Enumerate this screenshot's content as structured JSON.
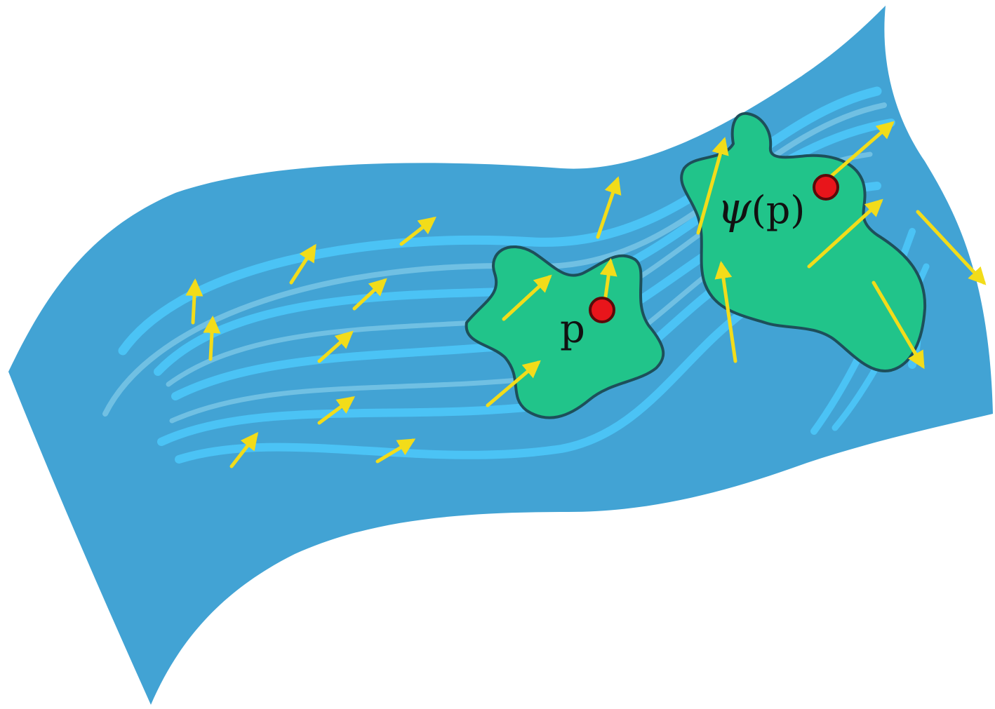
{
  "diagram": {
    "labels": {
      "point": "p",
      "image_fn": "ψ",
      "image_arg": "(p)"
    },
    "colors": {
      "manifold": "#42a3d4",
      "flow_lines_bright": "#4bc3f5",
      "flow_lines_faint": "#7cc7e6",
      "region": "#21c48a",
      "region_outline": "#1d4f5a",
      "vector": "#f2dc1a",
      "point_fill": "#e8151b",
      "point_outline": "#5a0a0a"
    },
    "elements": [
      "manifold-surface",
      "flow-lines",
      "region-u",
      "region-psi-u",
      "tangent-vectors",
      "point-p",
      "point-psi-p"
    ]
  }
}
